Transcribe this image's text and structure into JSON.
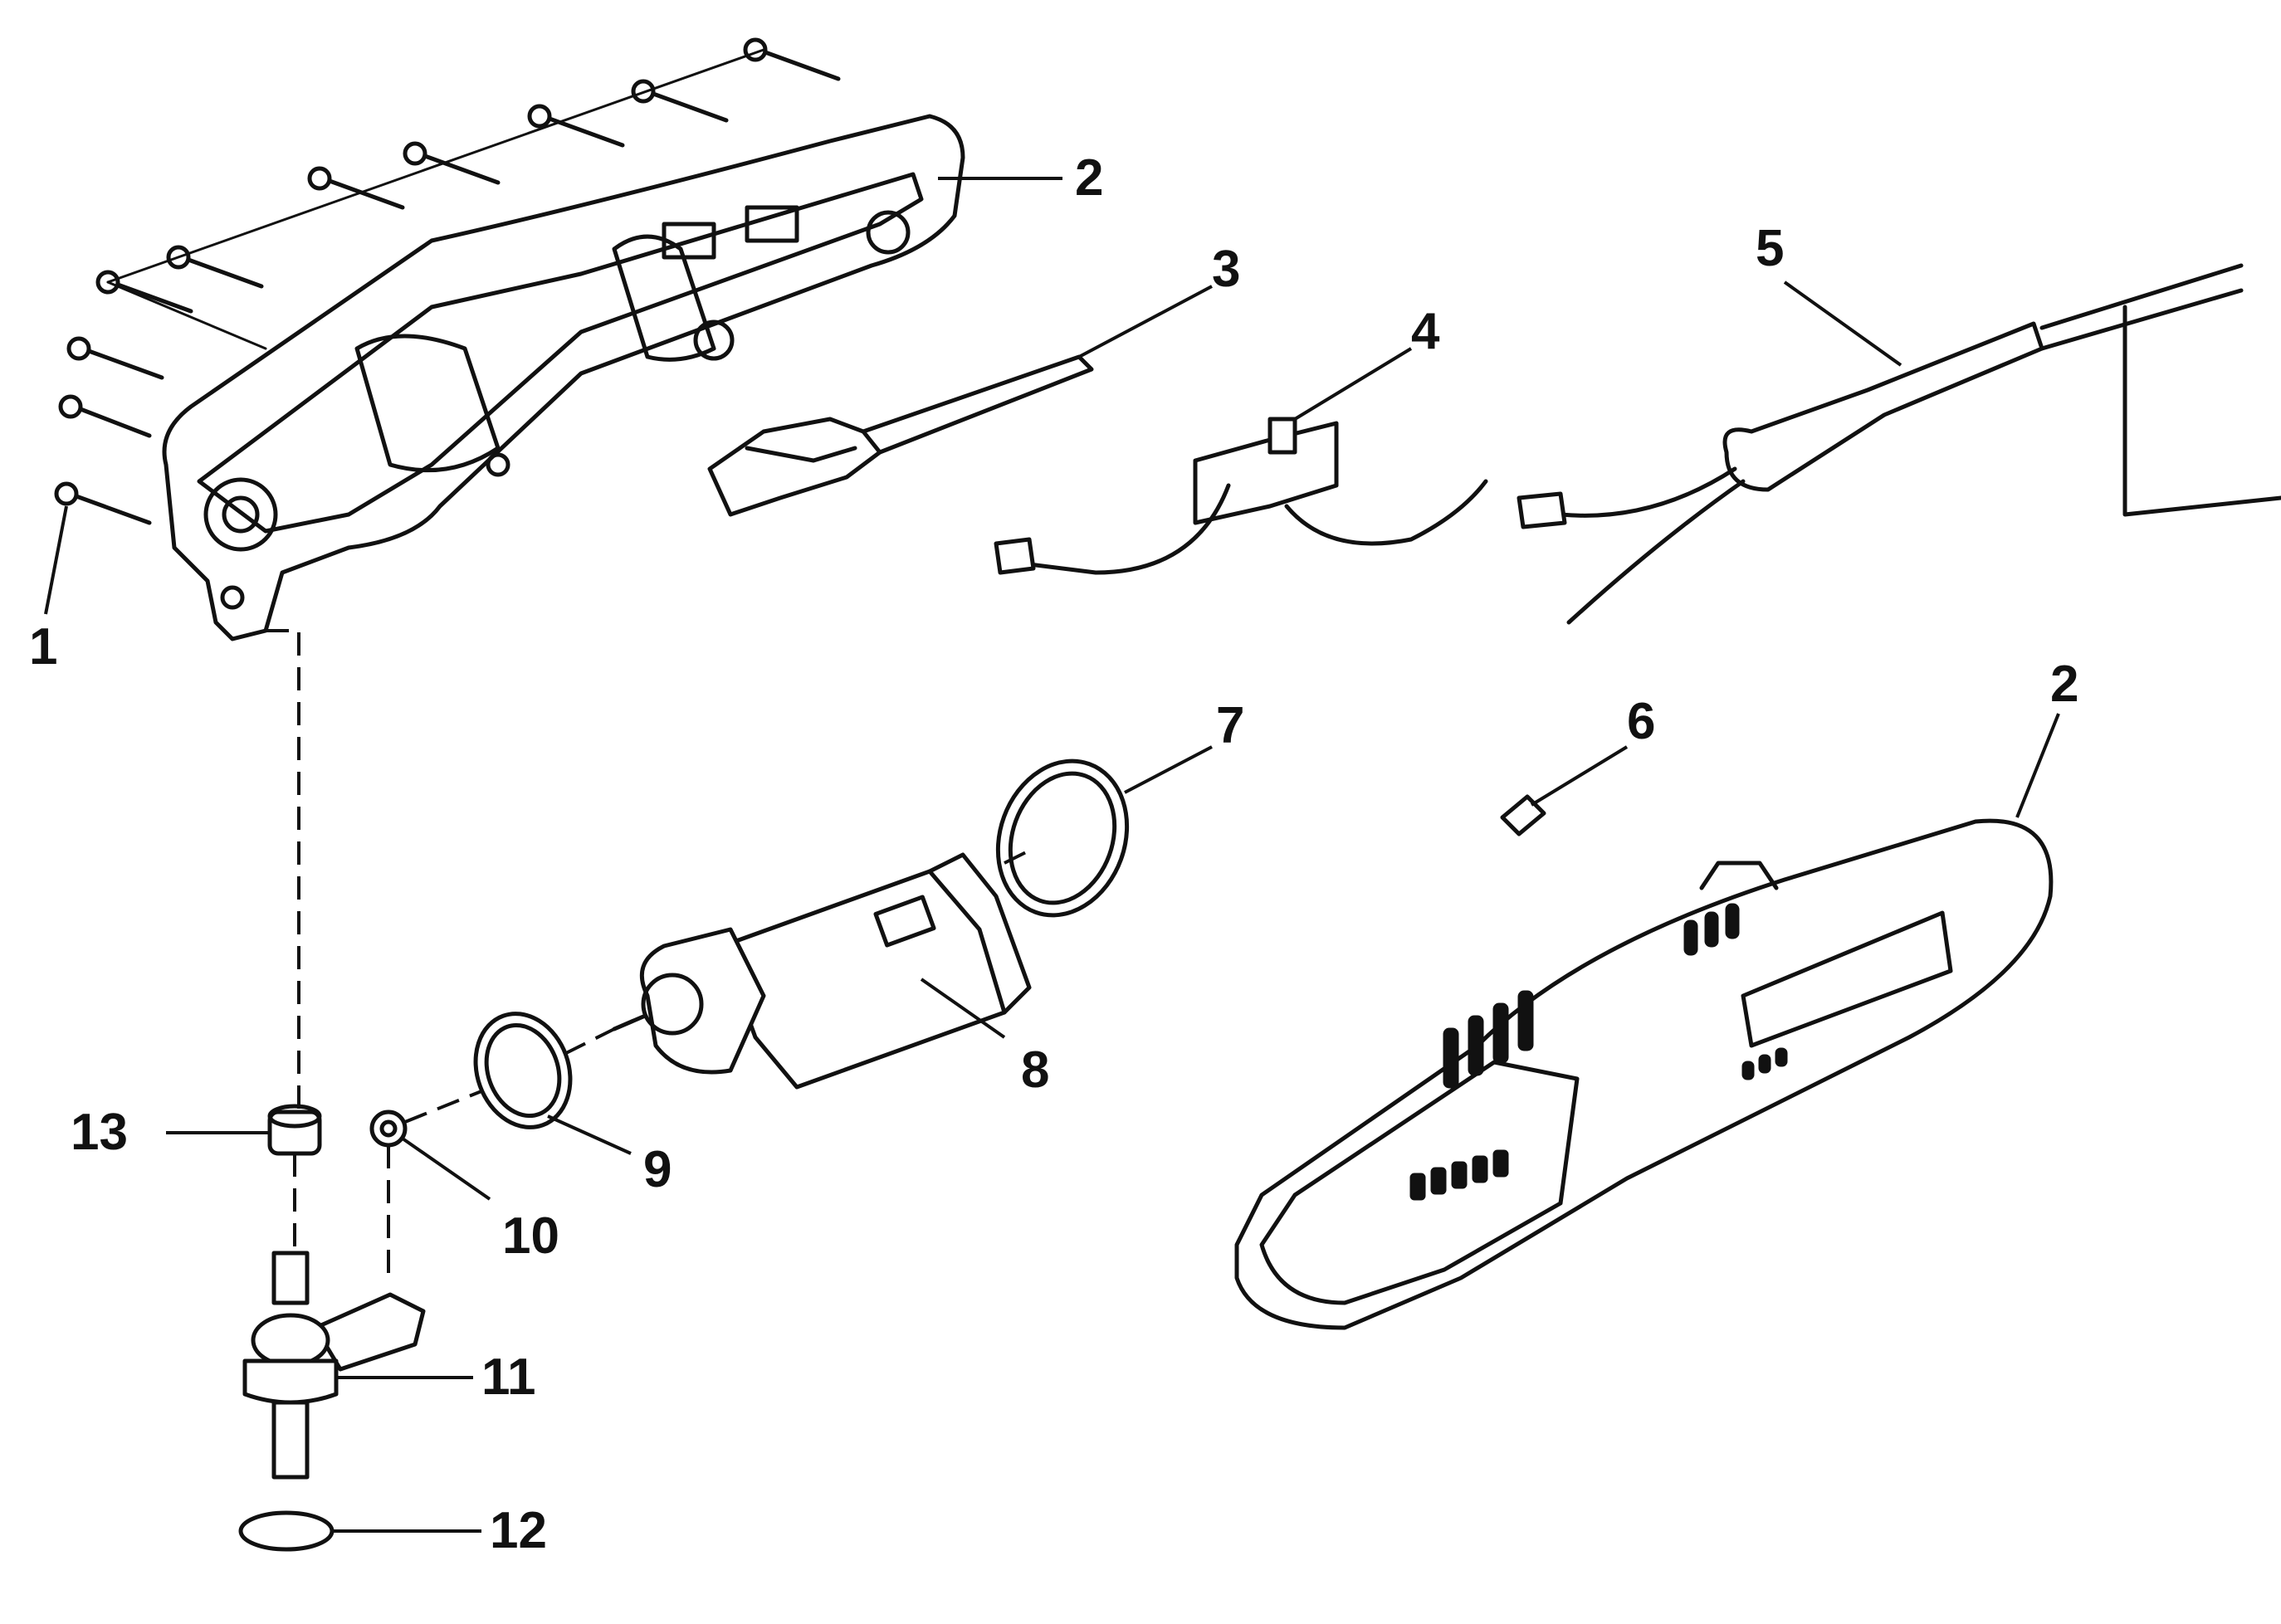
{
  "callouts": {
    "c1": "1",
    "c2a": "2",
    "c2b": "2",
    "c3": "3",
    "c4": "4",
    "c5": "5",
    "c6": "6",
    "c7": "7",
    "c8": "8",
    "c9": "9",
    "c10": "10",
    "c11": "11",
    "c12": "12",
    "c13": "13"
  },
  "colors": {
    "ink": "#111111",
    "paper": "#ffffff"
  }
}
